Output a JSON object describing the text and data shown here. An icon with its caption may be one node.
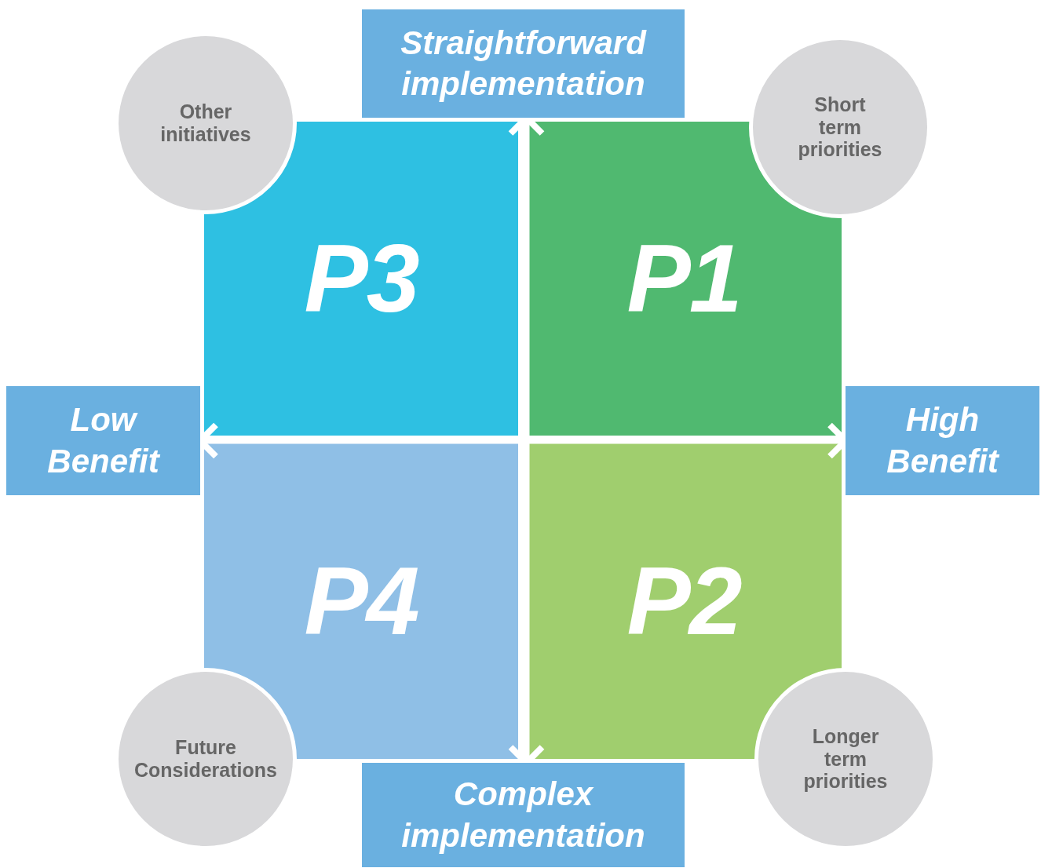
{
  "diagram": {
    "nodes": [
      {
        "text": [
          "Straightforward implementation"
        ]
      },
      {
        "text": [
          "Other initiatives"
        ]
      },
      {
        "text": [
          "Short term priorities"
        ]
      },
      {
        "text": [
          "P3"
        ]
      },
      {
        "text": [
          "P1"
        ]
      },
      {
        "text": [
          "Low Benefit"
        ]
      },
      {
        "text": [
          "High Benefit"
        ]
      },
      {
        "text": [
          "P4"
        ]
      },
      {
        "text": [
          "P2"
        ]
      },
      {
        "text": [
          "Future Considerations"
        ]
      },
      {
        "text": [
          "Longer term priorities"
        ]
      },
      {
        "text": [
          "Complex implementation"
        ]
      }
    ],
    "edges": [
      {
        "from": 11,
        "to": 0,
        "arrow": "both"
      },
      {
        "from": 5,
        "to": 6,
        "arrow": "both"
      }
    ]
  }
}
